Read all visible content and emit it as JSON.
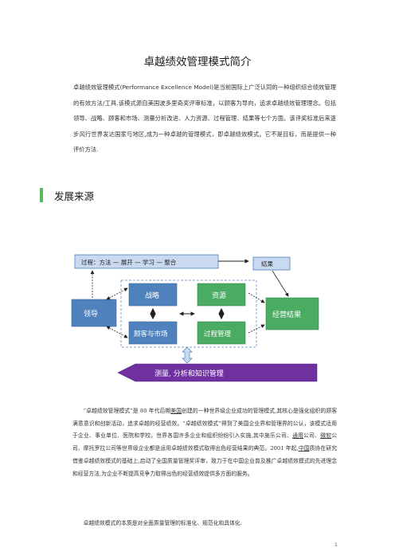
{
  "title": "卓越绩效管理模式简介",
  "intro": "卓越绩效管理模式(Performance Excellence Model)是当前国际上广泛认同的一种组织综合绩效管理的有效方法/工具.该模式源自美国波多里奇奖评审标准，以顾客为导向，追求卓越绩效管理理念。包括领导、战略、顾客和市场、测量分析改进、人力资源、过程管理、结果等七个方面。该评奖标准后来逐步风行世界发达国家与地区,成为一种卓越的管理模式，即卓越绩效模式。它不是目标，而是提供一种评价方法.",
  "section_title": "发展来源",
  "diagram": {
    "process_box": "过程：方法 — 展开 — 学习 — 整合",
    "results_label": "结果",
    "leadership": "领导",
    "strategy": "战略",
    "resources": "资源",
    "customers_market": "顾客与市场",
    "process_management": "过程管理",
    "business_results": "经营结果",
    "measurement": "测量, 分析和知识管理"
  },
  "body": {
    "p1_a": "“卓越绩效管理模式”是 80 年代后期",
    "p1_u1": "美国",
    "p1_b": "创建的一种世界级企业成功的管理模式,其核心是强化组织的顾客满意意识和创新活动，追求卓越的经营绩效。“卓越绩效模式”得到了美国企业界和管理界的公认，该模式适用于企业、事业单位、医院和学校。世界各国许多企业和组织纷纷引入实施,其中施乐公司、",
    "p1_u2": "通用",
    "p1_c": "公司、",
    "p1_u3": "微软",
    "p1_d": "公司、摩托罗拉公司等世界级企业都是运用卓越绩效模式取得出色经营结果的典范。2001 年起,",
    "p1_u4": "中国",
    "p1_e": "质协在研究借鉴卓越绩效模式的基础上,启动了全国质量管理奖评审，致力于在中国企业普及推广卓越绩效模式的先进理念和经营方法,为企业不断提高竞争力取得出色的经营绩效提供多方面的服务。",
    "p2": "卓越绩效模式的本质是对全面质量管理的标准化、规范化和具体化."
  },
  "page_number": "1",
  "colors": {
    "section_bar": "#5cb85c",
    "box_blue": "#4f81bd",
    "box_green": "#4aab62",
    "arrow_purple": "#7030a0",
    "process_fill": "#c9d9ef"
  }
}
